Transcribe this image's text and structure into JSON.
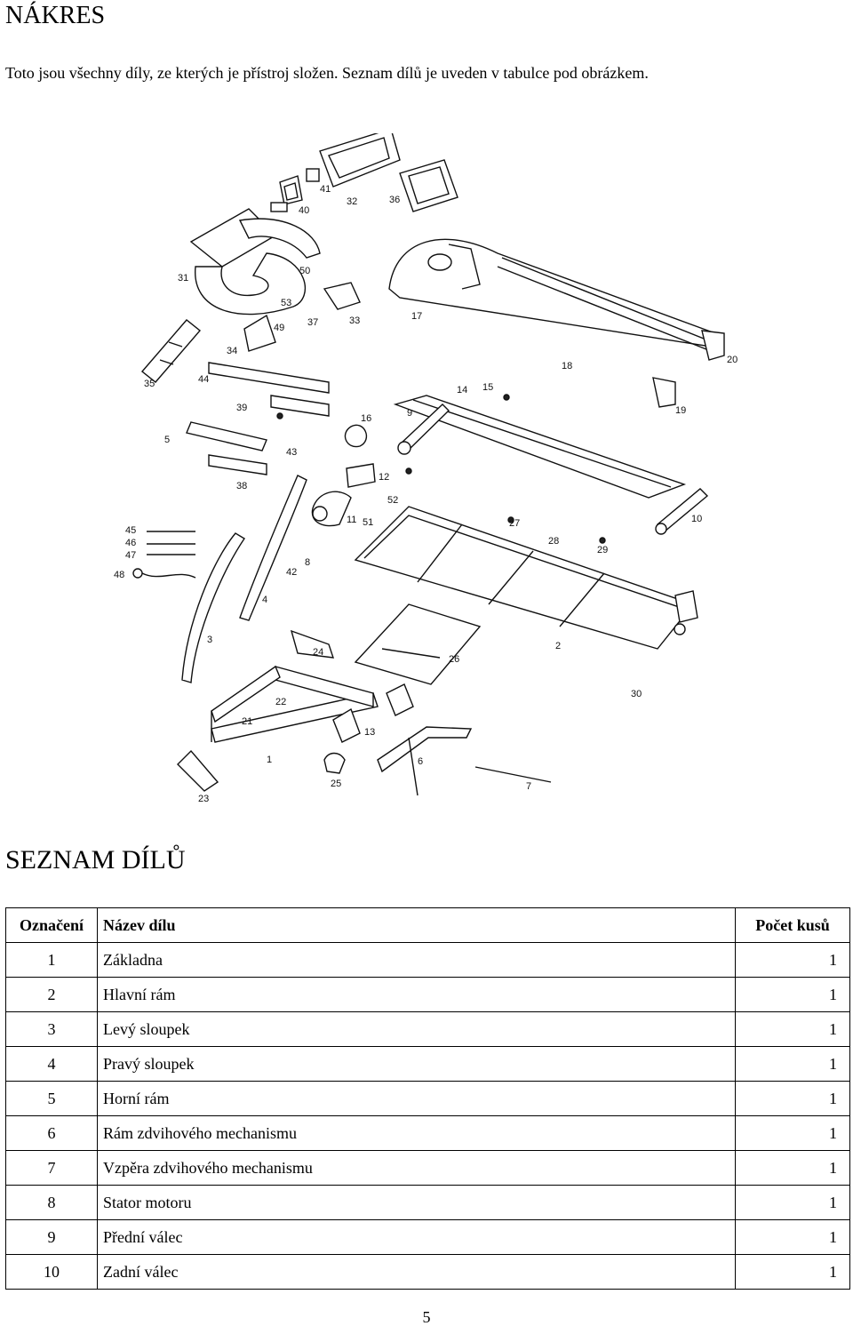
{
  "title": "NÁKRES",
  "intro": "Toto jsou všechny díly, ze kterých je přístroj složen. Seznam dílů je uveden v tabulce pod obrázkem.",
  "diagram": {
    "callouts": [
      "1",
      "2",
      "3",
      "4",
      "5",
      "6",
      "7",
      "8",
      "9",
      "10",
      "11",
      "12",
      "13",
      "14",
      "15",
      "16",
      "17",
      "18",
      "19",
      "20",
      "21",
      "22",
      "23",
      "24",
      "25",
      "26",
      "27",
      "28",
      "29",
      "30",
      "31",
      "32",
      "33",
      "34",
      "35",
      "36",
      "37",
      "38",
      "39",
      "40",
      "41",
      "42",
      "43",
      "44",
      "45",
      "46",
      "47",
      "48",
      "49",
      "50",
      "51",
      "52",
      "53"
    ]
  },
  "parts_section_title": "SEZNAM DÍLŮ",
  "parts_table": {
    "headers": {
      "id": "Označení",
      "name": "Název dílu",
      "qty": "Počet kusů"
    },
    "rows": [
      {
        "id": "1",
        "name": "Základna",
        "qty": "1"
      },
      {
        "id": "2",
        "name": "Hlavní rám",
        "qty": "1"
      },
      {
        "id": "3",
        "name": "Levý sloupek",
        "qty": "1"
      },
      {
        "id": "4",
        "name": "Pravý sloupek",
        "qty": "1"
      },
      {
        "id": "5",
        "name": "Horní rám",
        "qty": "1"
      },
      {
        "id": "6",
        "name": "Rám zdvihového mechanismu",
        "qty": "1"
      },
      {
        "id": "7",
        "name": "Vzpěra zdvihového mechanismu",
        "qty": "1"
      },
      {
        "id": "8",
        "name": "Stator motoru",
        "qty": "1"
      },
      {
        "id": "9",
        "name": "Přední válec",
        "qty": "1"
      },
      {
        "id": "10",
        "name": "Zadní válec",
        "qty": "1"
      }
    ]
  },
  "page_number": "5"
}
